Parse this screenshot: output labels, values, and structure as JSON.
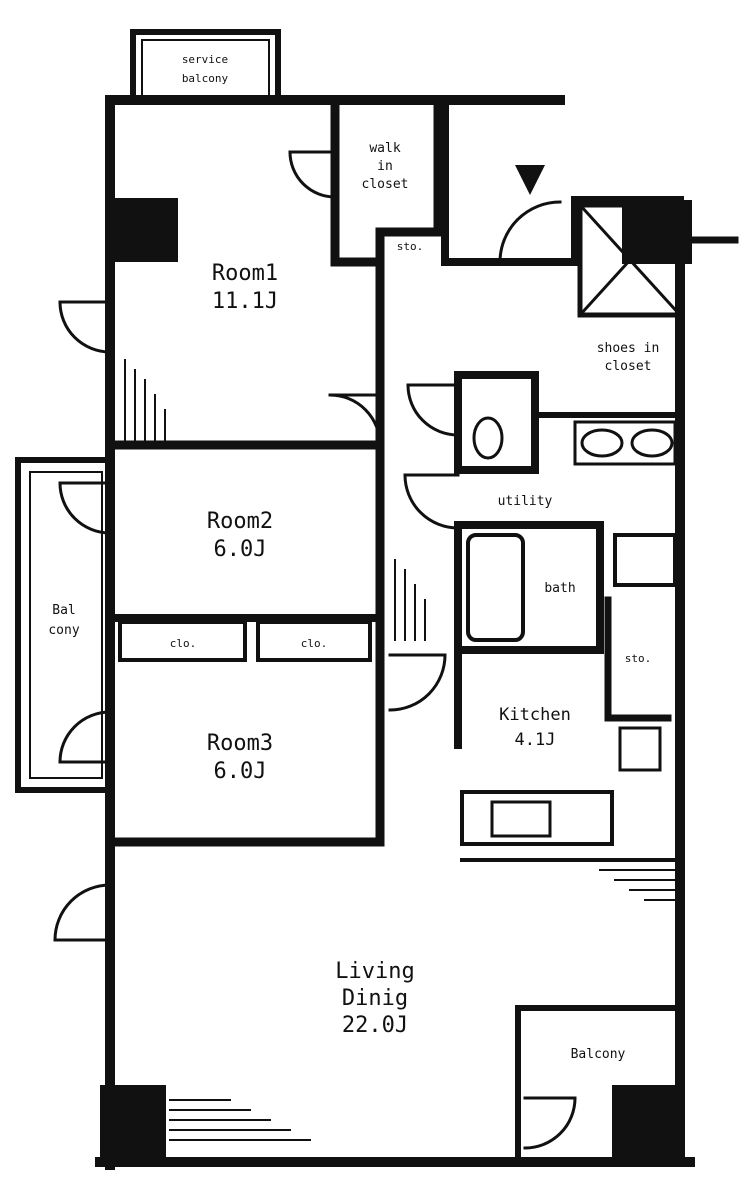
{
  "colors": {
    "wall": "#111111",
    "paper": "#ffffff",
    "ink": "#111111"
  },
  "rooms": {
    "service_balcony": {
      "line1": "service",
      "line2": "balcony"
    },
    "walk_in_closet": {
      "line1": "walk",
      "line2": "in",
      "line3": "closet"
    },
    "room1": {
      "name": "Room1",
      "size": "11.1J"
    },
    "room2": {
      "name": "Room2",
      "size": "6.0J"
    },
    "room3": {
      "name": "Room3",
      "size": "6.0J"
    },
    "side_balcony": {
      "line1": "Bal",
      "line2": "cony"
    },
    "shoes_closet": {
      "line1": "shoes in",
      "line2": "closet"
    },
    "utility": {
      "name": "utility"
    },
    "bath": {
      "name": "bath"
    },
    "kitchen": {
      "name": "Kitchen",
      "size": "4.1J"
    },
    "living": {
      "line1": "Living",
      "line2": "Dinig",
      "size": "22.0J"
    },
    "front_balcony": {
      "name": "Balcony"
    }
  },
  "storage": {
    "sto_upper": "sto.",
    "sto_kitchen": "sto.",
    "clo_left": "clo.",
    "clo_right": "clo."
  }
}
